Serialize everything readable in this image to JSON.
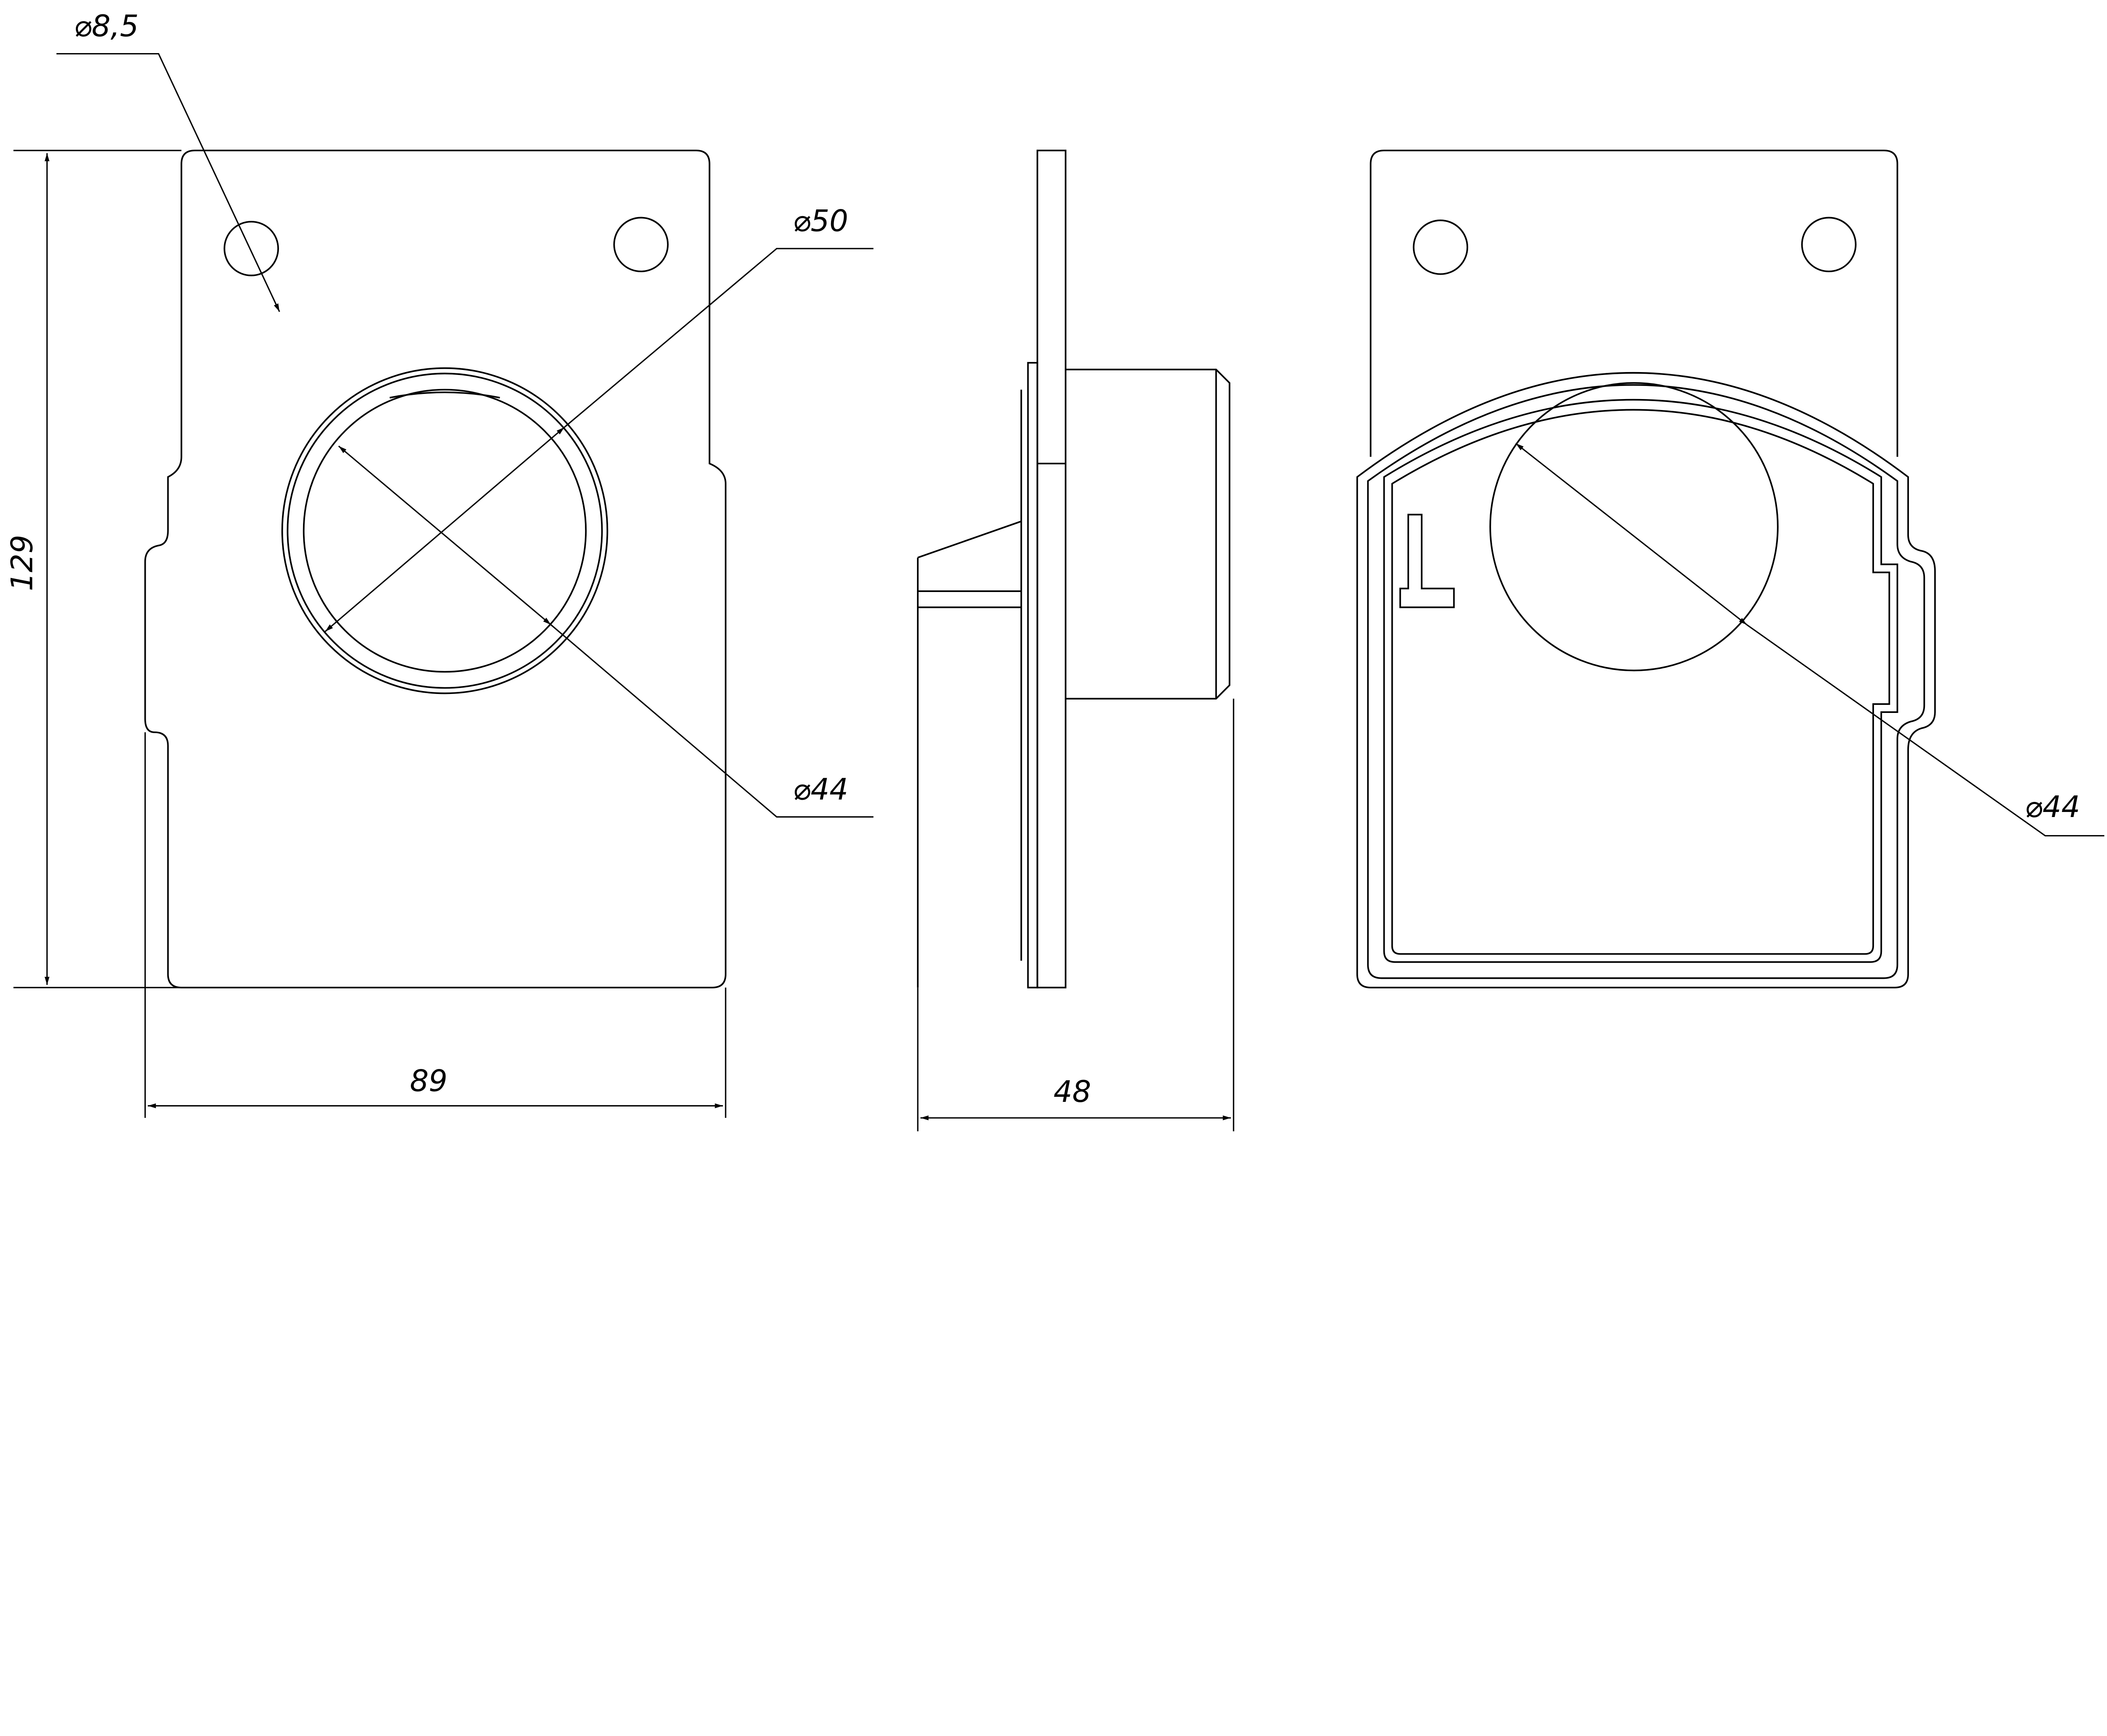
{
  "drawing": {
    "front_view": {
      "hole_diameter_label": "⌀8,5",
      "outer_diameter_label": "⌀50",
      "inner_diameter_label": "⌀44",
      "height_label": "129",
      "width_label": "89"
    },
    "side_view": {
      "depth_label": "48"
    },
    "rear_view": {
      "inner_diameter_label": "⌀44"
    }
  }
}
